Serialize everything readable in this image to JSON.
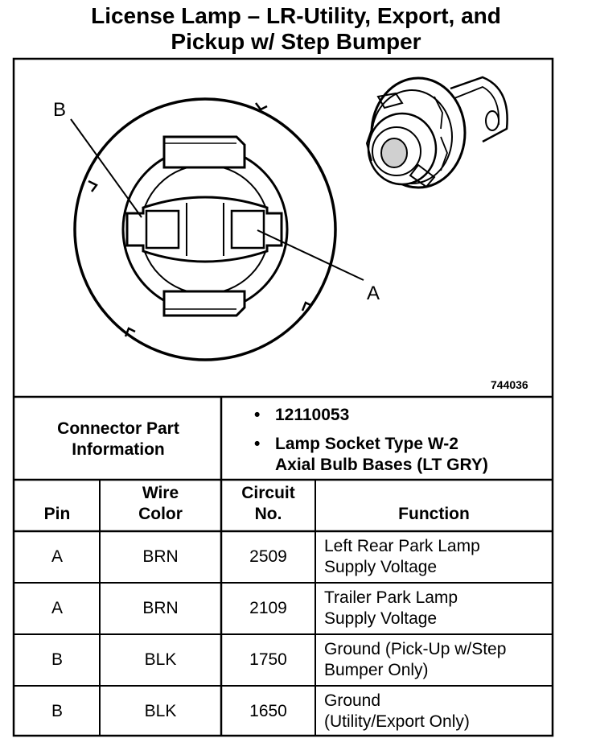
{
  "title": {
    "line1": "License Lamp – LR-Utility, Export, and",
    "line2": "Pickup w/ Step Bumper"
  },
  "figure": {
    "label_b": "B",
    "label_a": "A",
    "figure_code": "744036"
  },
  "connector_info": {
    "label_line1": "Connector Part",
    "label_line2": "Information",
    "bullet": "•",
    "items": [
      {
        "lines": [
          "12110053"
        ]
      },
      {
        "lines": [
          "Lamp Socket Type W-2",
          "Axial Bulb Bases (LT GRY)"
        ]
      }
    ]
  },
  "table": {
    "headers": {
      "pin": "Pin",
      "wire_color_line1": "Wire",
      "wire_color_line2": "Color",
      "circuit_line1": "Circuit",
      "circuit_line2": "No.",
      "function": "Function"
    },
    "rows": [
      {
        "pin": "A",
        "wire_color": "BRN",
        "circuit": "2509",
        "function_line1": "Left Rear Park Lamp",
        "function_line2": "Supply Voltage"
      },
      {
        "pin": "A",
        "wire_color": "BRN",
        "circuit": "2109",
        "function_line1": "Trailer Park Lamp",
        "function_line2": "Supply Voltage"
      },
      {
        "pin": "B",
        "wire_color": "BLK",
        "circuit": "1750",
        "function_line1": "Ground (Pick-Up w/Step",
        "function_line2": "Bumper Only)"
      },
      {
        "pin": "B",
        "wire_color": "BLK",
        "circuit": "1650",
        "function_line1": "Ground",
        "function_line2": "(Utility/Export Only)"
      }
    ]
  }
}
